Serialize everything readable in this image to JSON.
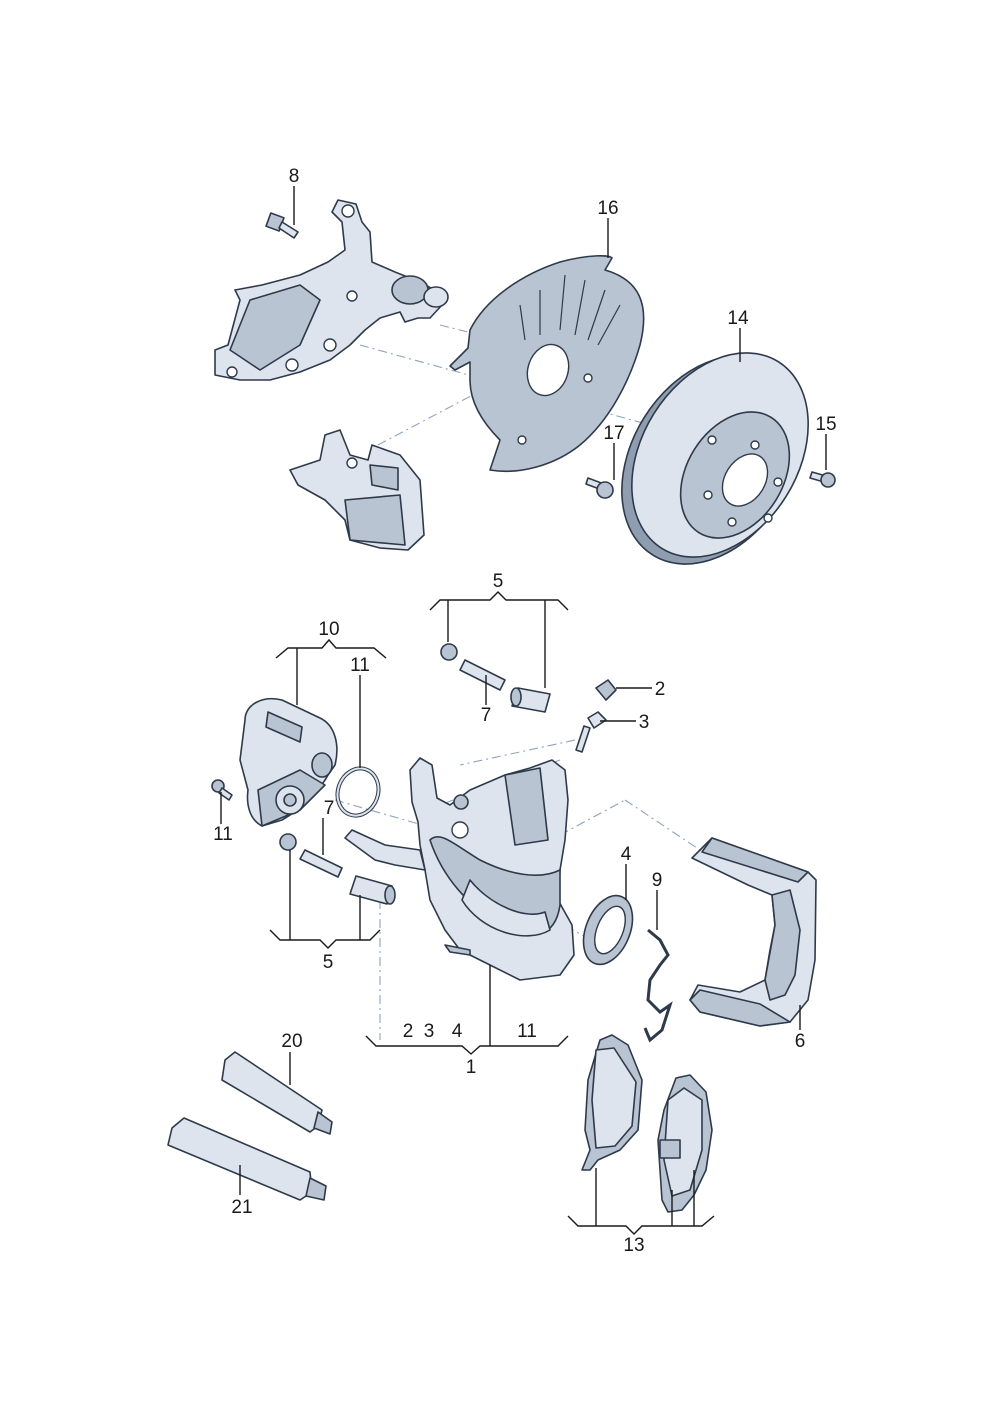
{
  "diagram": {
    "callouts": {
      "c8": "8",
      "c16": "16",
      "c14": "14",
      "c15": "15",
      "c17": "17",
      "c5_top": "5",
      "c10": "10",
      "c11_top": "11",
      "c2": "2",
      "c3": "3",
      "c7_top": "7",
      "c7_left": "7",
      "c11_left": "11",
      "c4": "4",
      "c9": "9",
      "c5_bottom": "5",
      "c6": "6",
      "c1_sub_2": "2",
      "c1_sub_3": "3",
      "c1_sub_4": "4",
      "c1_sub_11": "11",
      "c1": "1",
      "c20": "20",
      "c21": "21",
      "c13": "13"
    },
    "colors": {
      "line": "#1a1a1a",
      "part_outline": "#2e3a4a",
      "part_fill": "#dde4ee",
      "part_shadow": "#b9c4d3",
      "dash_line": "#8ea3bd"
    }
  }
}
